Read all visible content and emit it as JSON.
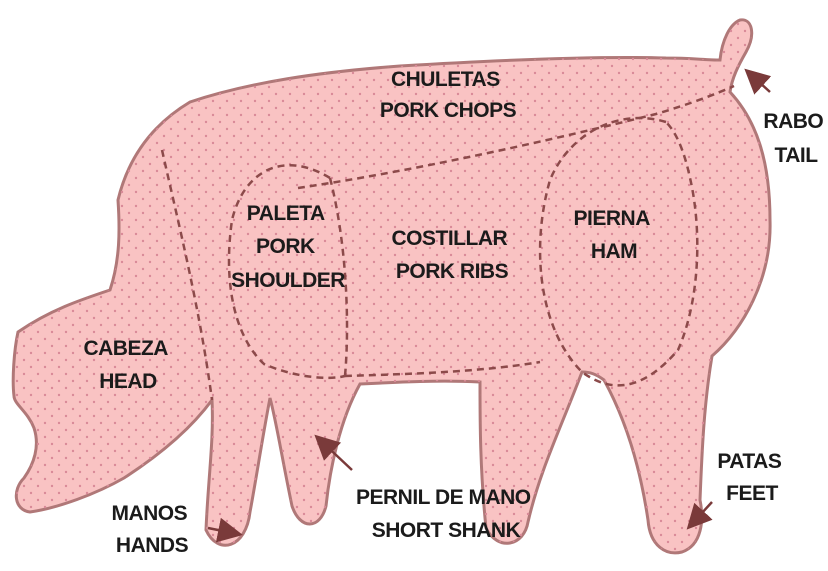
{
  "cuts": {
    "chuletas": {
      "line1": "CHULETAS",
      "line2": "PORK CHOPS"
    },
    "rabo": {
      "line1": "RABO",
      "line2": "TAIL"
    },
    "paleta": {
      "line1": "PALETA",
      "line2": "PORK",
      "line3": "SHOULDER"
    },
    "costillar": {
      "line1": "COSTILLAR",
      "line2": "PORK RIBS"
    },
    "pierna": {
      "line1": "PIERNA",
      "line2": "HAM"
    },
    "cabeza": {
      "line1": "CABEZA",
      "line2": "HEAD"
    },
    "manos": {
      "line1": "MANOS",
      "line2": "HANDS"
    },
    "pernil": {
      "line1": "PERNIL DE MANO",
      "line2": "SHORT SHANK"
    },
    "patas": {
      "line1": "PATAS",
      "line2": "FEET"
    }
  },
  "colors": {
    "body_fill": "#f9c3c3",
    "outline": "#b07878",
    "cut_lines": "#8c4a4a",
    "dots": "#d98a98",
    "arrows": "#7a3a3a",
    "text": "#1b1b1b"
  }
}
